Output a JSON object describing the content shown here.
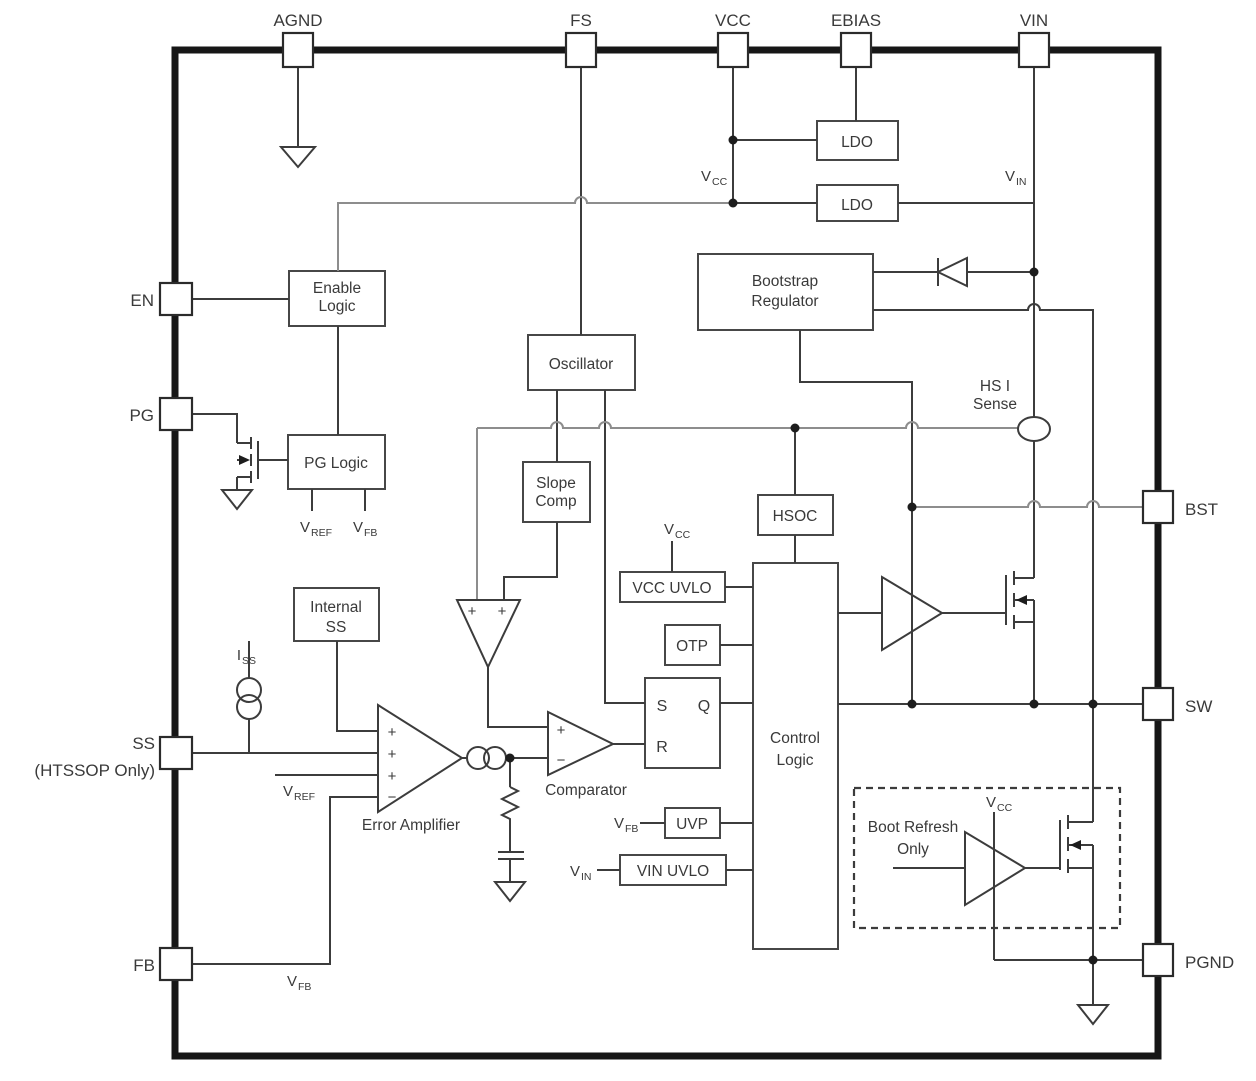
{
  "pins": {
    "agnd": "AGND",
    "fs": "FS",
    "vcc": "VCC",
    "ebias": "EBIAS",
    "vin": "VIN",
    "en": "EN",
    "pg": "PG",
    "ss": "SS",
    "ss_note": "(HTSSOP Only)",
    "fb": "FB",
    "bst": "BST",
    "sw": "SW",
    "pgnd": "PGND"
  },
  "blocks": {
    "ldo_top": "LDO",
    "ldo_bottom": "LDO",
    "enable_logic": [
      "Enable",
      "Logic"
    ],
    "pg_logic": "PG Logic",
    "oscillator": "Oscillator",
    "slope_comp": [
      "Slope",
      "Comp"
    ],
    "bootstrap_regulator": [
      "Bootstrap",
      "Regulator"
    ],
    "hs_i_sense": [
      "HS I",
      "Sense"
    ],
    "hsoc": "HSOC",
    "vcc_uvlo": "VCC UVLO",
    "otp": "OTP",
    "latch": {
      "s": "S",
      "q": "Q",
      "r": "R"
    },
    "control_logic": [
      "Control",
      "Logic"
    ],
    "internal_ss": [
      "Internal",
      "SS"
    ],
    "uvp": "UVP",
    "vin_uvlo": "VIN UVLO",
    "boot_refresh": [
      "Boot Refresh",
      "Only"
    ]
  },
  "labels": {
    "comparator": "Comparator",
    "error_amplifier": "Error Amplifier"
  },
  "signals": {
    "vcc": {
      "m": "V",
      "s": "CC"
    },
    "vin": {
      "m": "V",
      "s": "IN"
    },
    "vref": {
      "m": "V",
      "s": "REF"
    },
    "vfb": {
      "m": "V",
      "s": "FB"
    },
    "iss": {
      "m": "I",
      "s": "SS"
    }
  },
  "signs": {
    "plus": "+",
    "minus": "−"
  },
  "colors": {
    "wire": "#3c3c3c",
    "bus_wire": "#8d8d8d",
    "border": "#161616",
    "text": "#3a3a3a",
    "background": "#ffffff"
  }
}
